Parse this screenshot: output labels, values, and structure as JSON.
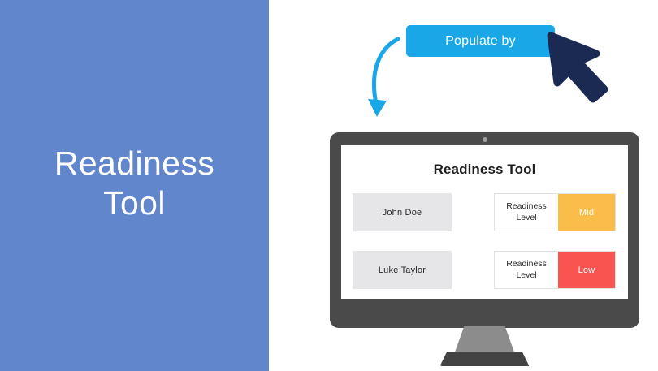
{
  "left_panel": {
    "title": "Readiness\nTool",
    "background_color": "#6186cc",
    "text_color": "#ffffff"
  },
  "populate_button": {
    "label": "Populate by",
    "background_color": "#1aa7e8",
    "text_color": "#ffffff"
  },
  "cursor": {
    "name": "mouse-pointer",
    "color": "#1a2a52"
  },
  "arrow": {
    "name": "curved-down-arrow",
    "color": "#1aa7e8"
  },
  "monitor": {
    "bezel_color": "#4a4a4a",
    "neck_color": "#8c8c8c",
    "base_color": "#434343",
    "webcam": "webcam-dot",
    "screen": {
      "title": "Readiness Tool",
      "level_label": "Readiness\nLevel",
      "rows": [
        {
          "name": "John Doe",
          "level_label": "Readiness\nLevel",
          "level_value": "Mid",
          "level_color": "#fbbd49"
        },
        {
          "name": "Luke Taylor",
          "level_label": "Readiness\nLevel",
          "level_value": "Low",
          "level_color": "#f9544f"
        }
      ]
    }
  }
}
